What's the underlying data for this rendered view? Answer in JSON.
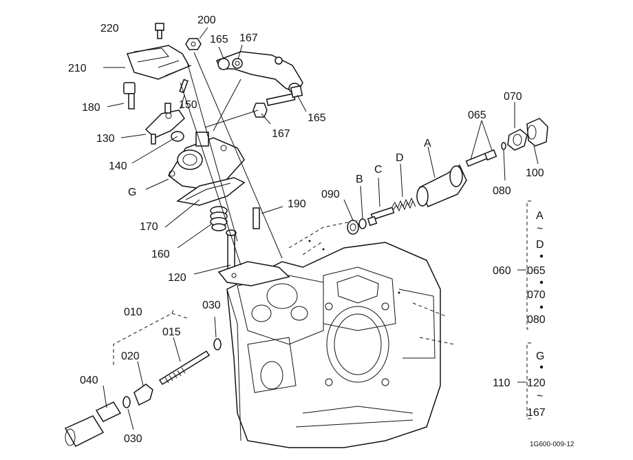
{
  "figure_code": "1G600-009-12",
  "callouts": {
    "c220": "220",
    "c200": "200",
    "c165a": "165",
    "c167a": "167",
    "c210": "210",
    "c180": "180",
    "c150": "150",
    "c165b": "165",
    "c167b": "167",
    "c130": "130",
    "c140": "140",
    "cG": "G",
    "c170": "170",
    "c160": "160",
    "c120": "120",
    "c190": "190",
    "c090": "090",
    "cB": "B",
    "cC": "C",
    "cD": "D",
    "cA": "A",
    "c065": "065",
    "c070": "070",
    "c080": "080",
    "c100": "100",
    "c010": "010",
    "c015": "015",
    "c030a": "030",
    "c020": "020",
    "c040": "040",
    "c030b": "030"
  },
  "group_060": {
    "number": "060",
    "items": [
      "A",
      "~",
      "D",
      "065",
      "070",
      "080"
    ]
  },
  "group_110": {
    "number": "110",
    "items": [
      "G",
      "120",
      "~",
      "167"
    ]
  }
}
